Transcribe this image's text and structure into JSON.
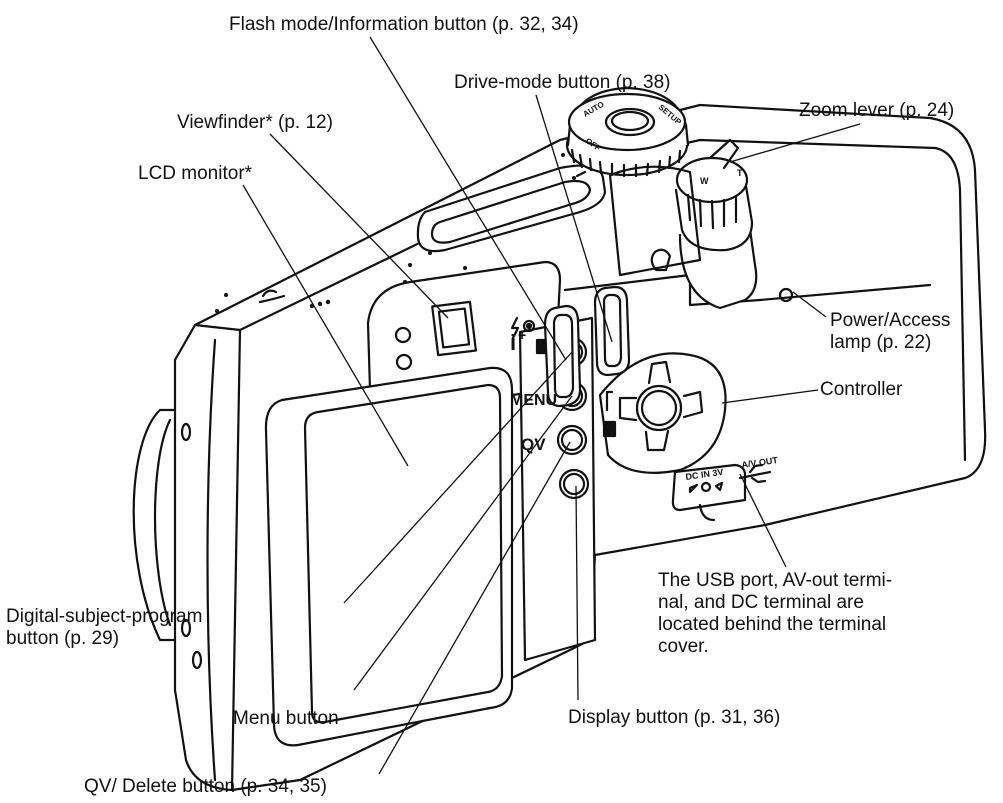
{
  "labels": {
    "flash": "Flash mode/Information button (p. 32, 34)",
    "drive": "Drive-mode button (p. 38)",
    "viewfinder": "Viewfinder* (p. 12)",
    "zoom": "Zoom lever (p. 24)",
    "lcd": "LCD monitor*",
    "power_1": "Power/Access",
    "power_2": "lamp (p. 22)",
    "controller": "Controller",
    "usb_1": "The USB port, AV-out termi-",
    "usb_2": "nal, and DC terminal are",
    "usb_3": "located behind the terminal",
    "usb_4": "cover.",
    "dsp_1": "Digital-subject-program",
    "dsp_2": "button (p. 29)",
    "menu": "Menu button",
    "display": "Display button (p. 31, 36)",
    "qv": "QV/ Delete button (p. 34, 35)"
  },
  "camera_marks": {
    "menu": "MENU",
    "qv": "QV",
    "info": "i",
    "info_sup": "+",
    "dc": "DC IN 3V",
    "av": "A/V OUT",
    "zoom_w": "W",
    "zoom_t": "T",
    "dial_off": "OFF",
    "dial_auto": "AUTO",
    "dial_setup": "SETUP"
  }
}
